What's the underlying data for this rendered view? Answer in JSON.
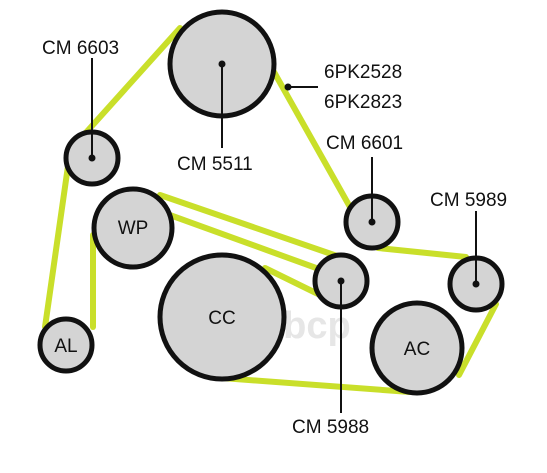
{
  "colors": {
    "belt": "#c9df2a",
    "pulley_fill": "#d4d4d4",
    "pulley_stroke": "#111111",
    "text": "#111111",
    "watermark": "#e6e6e6"
  },
  "watermark": {
    "text": "abcp",
    "icon": "gear-logo-icon"
  },
  "belt_codes": {
    "line1": "6PK2528",
    "line2": "6PK2823"
  },
  "pulleys": {
    "tensioner_top": {
      "label": "CM 5511"
    },
    "idler_upper_left": {
      "label": "CM 6603"
    },
    "idler_right_mid": {
      "label": "CM 6601"
    },
    "idler_far_right": {
      "label": "CM 5989"
    },
    "idler_center": {
      "label": "CM 5988"
    },
    "water_pump": {
      "label": "WP"
    },
    "crankshaft": {
      "label": "CC"
    },
    "alternator": {
      "label": "AL"
    },
    "ac_compressor": {
      "label": "AC"
    }
  }
}
